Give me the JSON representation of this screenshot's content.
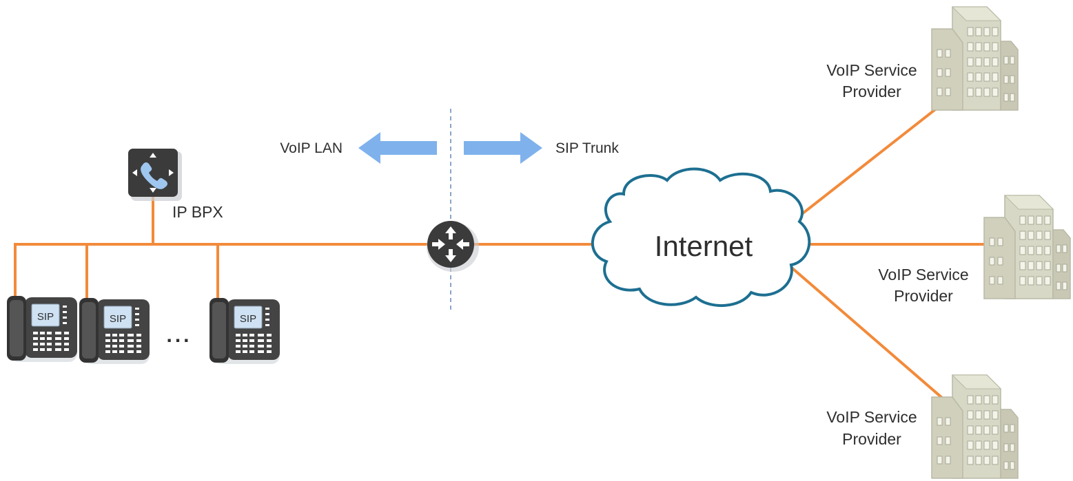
{
  "labels": {
    "voip_lan": "VoIP LAN",
    "sip_trunk": "SIP Trunk",
    "ip_pbx": "IP BPX",
    "internet": "Internet",
    "phone_screen": "SIP",
    "ellipsis": "...",
    "provider_top_line1": "VoIP Service",
    "provider_top_line2": "Provider",
    "provider_mid_line1": "VoIP Service",
    "provider_mid_line2": "Provider",
    "provider_bottom_line1": "VoIP Service",
    "provider_bottom_line2": "Provider"
  },
  "colors": {
    "link_line": "#f28a3a",
    "arrow": "#7fb2ec",
    "cloud_outline": "#1d6f91",
    "device_dark": "#3b3b3b",
    "building_face": "#dcdccb",
    "building_side": "#c6c6b3",
    "divider": "#6d8fb8"
  },
  "icons": {
    "ip_pbx": "ip-pbx-icon",
    "router": "router-icon",
    "cloud": "cloud-icon",
    "phone": "sip-phone-icon",
    "building": "office-building-icon"
  }
}
